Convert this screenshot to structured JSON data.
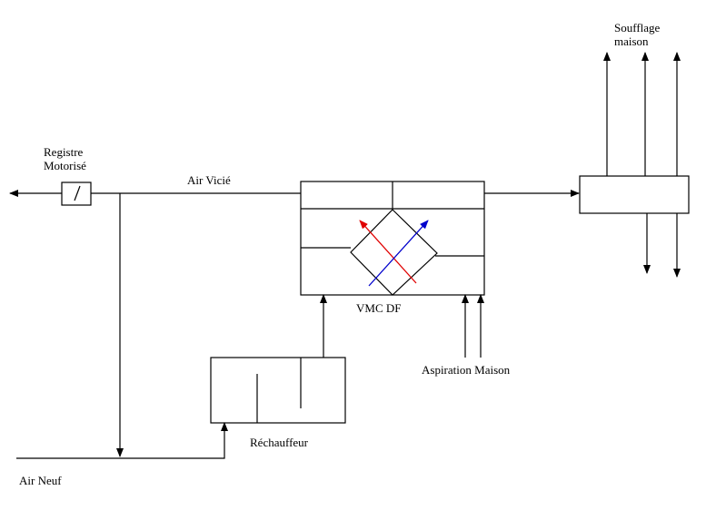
{
  "labels": {
    "registre_line1": "Registre",
    "registre_line2": "Motorisé",
    "air_vicie": "Air Vicié",
    "vmc": "VMC DF",
    "soufflage_line1": "Soufflage",
    "soufflage_line2": "maison",
    "aspiration": "Aspiration Maison",
    "rechauffeur": "Réchauffeur",
    "air_neuf": "Air Neuf"
  },
  "colors": {
    "line": "#000000",
    "hot_arrow": "#e00000",
    "cold_arrow": "#0000cc"
  }
}
